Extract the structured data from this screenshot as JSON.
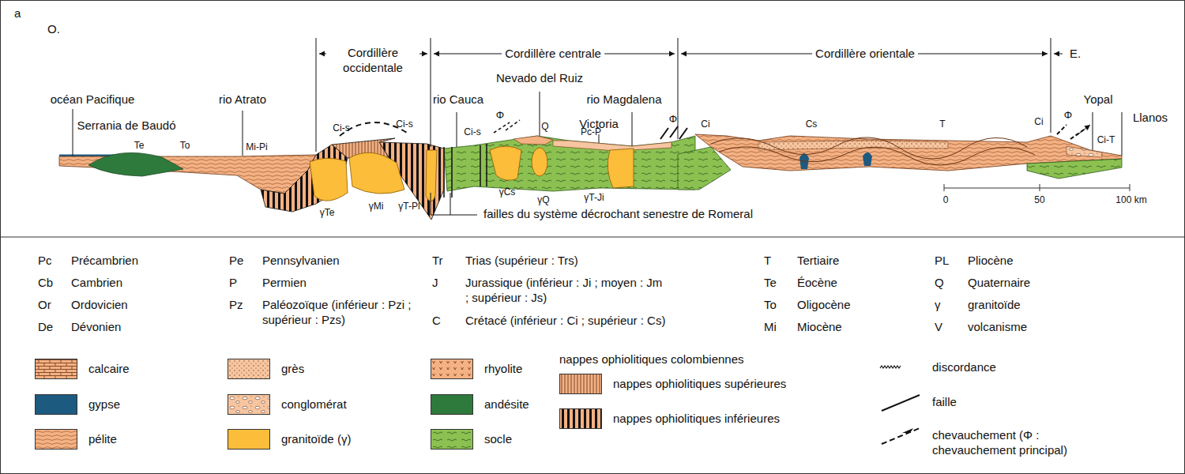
{
  "diagram": {
    "labels": [
      "a",
      "O.",
      "Cordillère occidentale",
      "Cordillère centrale",
      "Cordillère orientale",
      "E.",
      "Nevado del Ruiz",
      "océan Pacifique",
      "rio Atrato",
      "rio Cauca",
      "rio Magdalena",
      "Yopal",
      "Serrania de Baudó",
      "Victoria",
      "Llanos",
      "Φ",
      "Φ",
      "Φ",
      "Te",
      "To",
      "Mi-Pi",
      "Ci-s",
      "Ci-s",
      "Ci-s",
      "Q",
      "Pc-P",
      "Ci",
      "Cs",
      "T",
      "Ci",
      "Ci-T",
      "γTe",
      "γMi",
      "γT-Pl",
      "γCs",
      "γQ",
      "γT-Ji",
      "failles du système décrochant senestre de Romeral",
      "0",
      "50",
      "100 km",
      "nappes ophiolitiques colombiennes",
      "Pc",
      "Précambrien",
      "Cb",
      "Cambrien",
      "Or",
      "Ordovicien",
      "De",
      "Dévonien",
      "Pe",
      "Pennsylvanien",
      "P",
      "Permien",
      "Pz",
      "Paléozoïque (inférieur : Pzi ; supérieur : Pzs)",
      "Tr",
      "Trias (supérieur : Trs)",
      "J",
      "Jurassique (inférieur : Ji ; moyen : Jm ; supérieur : Js)",
      "C",
      "Crétacé (inférieur : Ci ; supérieur : Cs)",
      "T",
      "Tertiaire",
      "Te",
      "Éocène",
      "To",
      "Oligocène",
      "Mi",
      "Miocène",
      "PL",
      "Pliocène",
      "Q",
      "Quaternaire",
      "γ",
      "granitoïde",
      "V",
      "volcanisme"
    ],
    "legend": [
      {
        "text": "calcaire",
        "color": "#f4b183"
      },
      {
        "text": "gypse",
        "color": "#1d5a80"
      },
      {
        "text": "pélite",
        "color": "#f4b183"
      },
      {
        "text": "grès",
        "color": "#f7c6a0"
      },
      {
        "text": "conglomérat",
        "color": "#f7c6a0"
      },
      {
        "text": "granitoïde (γ)",
        "color": "#fbbd3a"
      },
      {
        "text": "rhyolite",
        "color": "#f4b183"
      },
      {
        "text": "andésite",
        "color": "#2e7a3c"
      },
      {
        "text": "socle",
        "color": "#8cc152"
      },
      {
        "text": "nappes ophiolitiques supérieures",
        "color": "#f4b183"
      },
      {
        "text": "nappes ophiolitiques inférieures",
        "color": "#f4b183"
      },
      {
        "text": "discordance"
      },
      {
        "text": "faille"
      },
      {
        "text": "chevauchement (Φ : chevauchement principal)"
      }
    ]
  }
}
